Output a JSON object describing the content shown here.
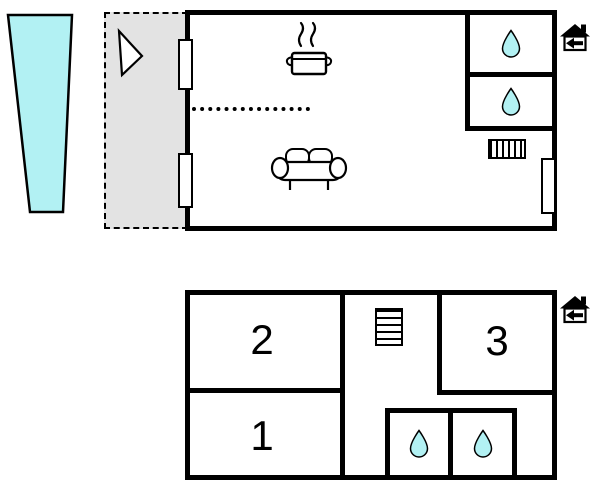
{
  "colors": {
    "wall": "#000000",
    "water": "#b2f1f3",
    "terrace": "#e3e3e3",
    "paper": "#ffffff"
  },
  "upper_floor": {
    "icons": [
      "pool-shape",
      "direction-arrow-icon",
      "window",
      "window",
      "stove-icon",
      "kitchen-divider-line",
      "sofa-icon",
      "water-drop-icon",
      "water-drop-icon",
      "radiator-icon",
      "window",
      "entrance-house-icon"
    ]
  },
  "lower_floor": {
    "room_labels": [
      "2",
      "1",
      "3"
    ],
    "icons": [
      "stairs-icon",
      "water-drop-icon",
      "water-drop-icon",
      "entrance-house-icon"
    ]
  }
}
